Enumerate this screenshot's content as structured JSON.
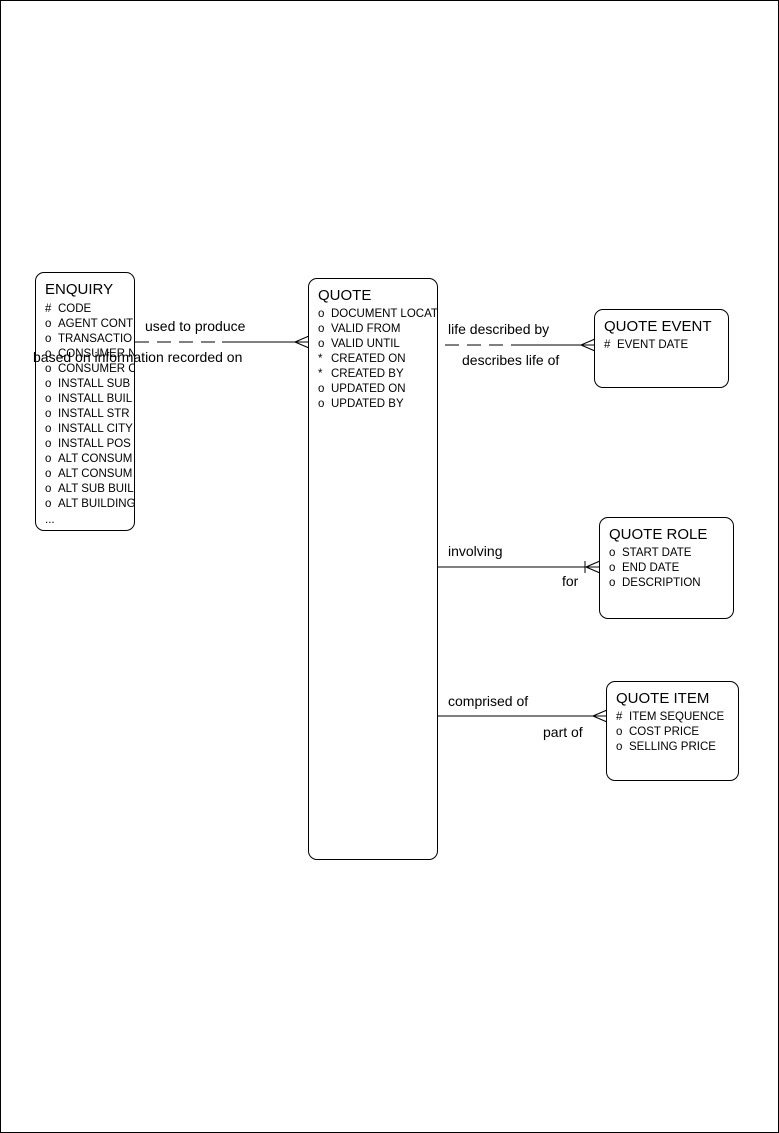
{
  "entities": {
    "enquiry": {
      "title": "ENQUIRY",
      "attributes": [
        {
          "mark": "#",
          "name": "CODE"
        },
        {
          "mark": "o",
          "name": "AGENT CONT"
        },
        {
          "mark": "o",
          "name": "TRANSACTIO"
        },
        {
          "mark": "o",
          "name": "CONSUMER N"
        },
        {
          "mark": "o",
          "name": "CONSUMER C"
        },
        {
          "mark": "o",
          "name": "INSTALL SUB"
        },
        {
          "mark": "o",
          "name": "INSTALL BUIL"
        },
        {
          "mark": "o",
          "name": "INSTALL STR"
        },
        {
          "mark": "o",
          "name": "INSTALL CITY"
        },
        {
          "mark": "o",
          "name": "INSTALL POS"
        },
        {
          "mark": "o",
          "name": "ALT CONSUM"
        },
        {
          "mark": "o",
          "name": "ALT CONSUM"
        },
        {
          "mark": "o",
          "name": "ALT SUB BUIL"
        },
        {
          "mark": "o",
          "name": "ALT BUILDING"
        }
      ],
      "more": "..."
    },
    "quote": {
      "title": "QUOTE",
      "attributes": [
        {
          "mark": "o",
          "name": "DOCUMENT LOCATION"
        },
        {
          "mark": "o",
          "name": "VALID FROM"
        },
        {
          "mark": "o",
          "name": "VALID UNTIL"
        },
        {
          "mark": "*",
          "name": "CREATED ON"
        },
        {
          "mark": "*",
          "name": "CREATED BY"
        },
        {
          "mark": "o",
          "name": "UPDATED ON"
        },
        {
          "mark": "o",
          "name": "UPDATED BY"
        }
      ]
    },
    "quote_event": {
      "title": "QUOTE EVENT",
      "attributes": [
        {
          "mark": "#",
          "name": "EVENT DATE"
        }
      ]
    },
    "quote_role": {
      "title": "QUOTE ROLE",
      "attributes": [
        {
          "mark": "o",
          "name": "START DATE"
        },
        {
          "mark": "o",
          "name": "END DATE"
        },
        {
          "mark": "o",
          "name": "DESCRIPTION"
        }
      ]
    },
    "quote_item": {
      "title": "QUOTE ITEM",
      "attributes": [
        {
          "mark": "#",
          "name": "ITEM SEQUENCE"
        },
        {
          "mark": "o",
          "name": "COST PRICE"
        },
        {
          "mark": "o",
          "name": "SELLING PRICE"
        }
      ]
    }
  },
  "relationships": {
    "enquiry_quote": {
      "from_label": "used to produce",
      "to_label": "based on information recorded on"
    },
    "quote_event": {
      "from_label": "life described by",
      "to_label": "describes life of"
    },
    "quote_role": {
      "from_label": "involving",
      "to_label": "for"
    },
    "quote_item": {
      "from_label": "comprised of",
      "to_label": "part of"
    }
  }
}
